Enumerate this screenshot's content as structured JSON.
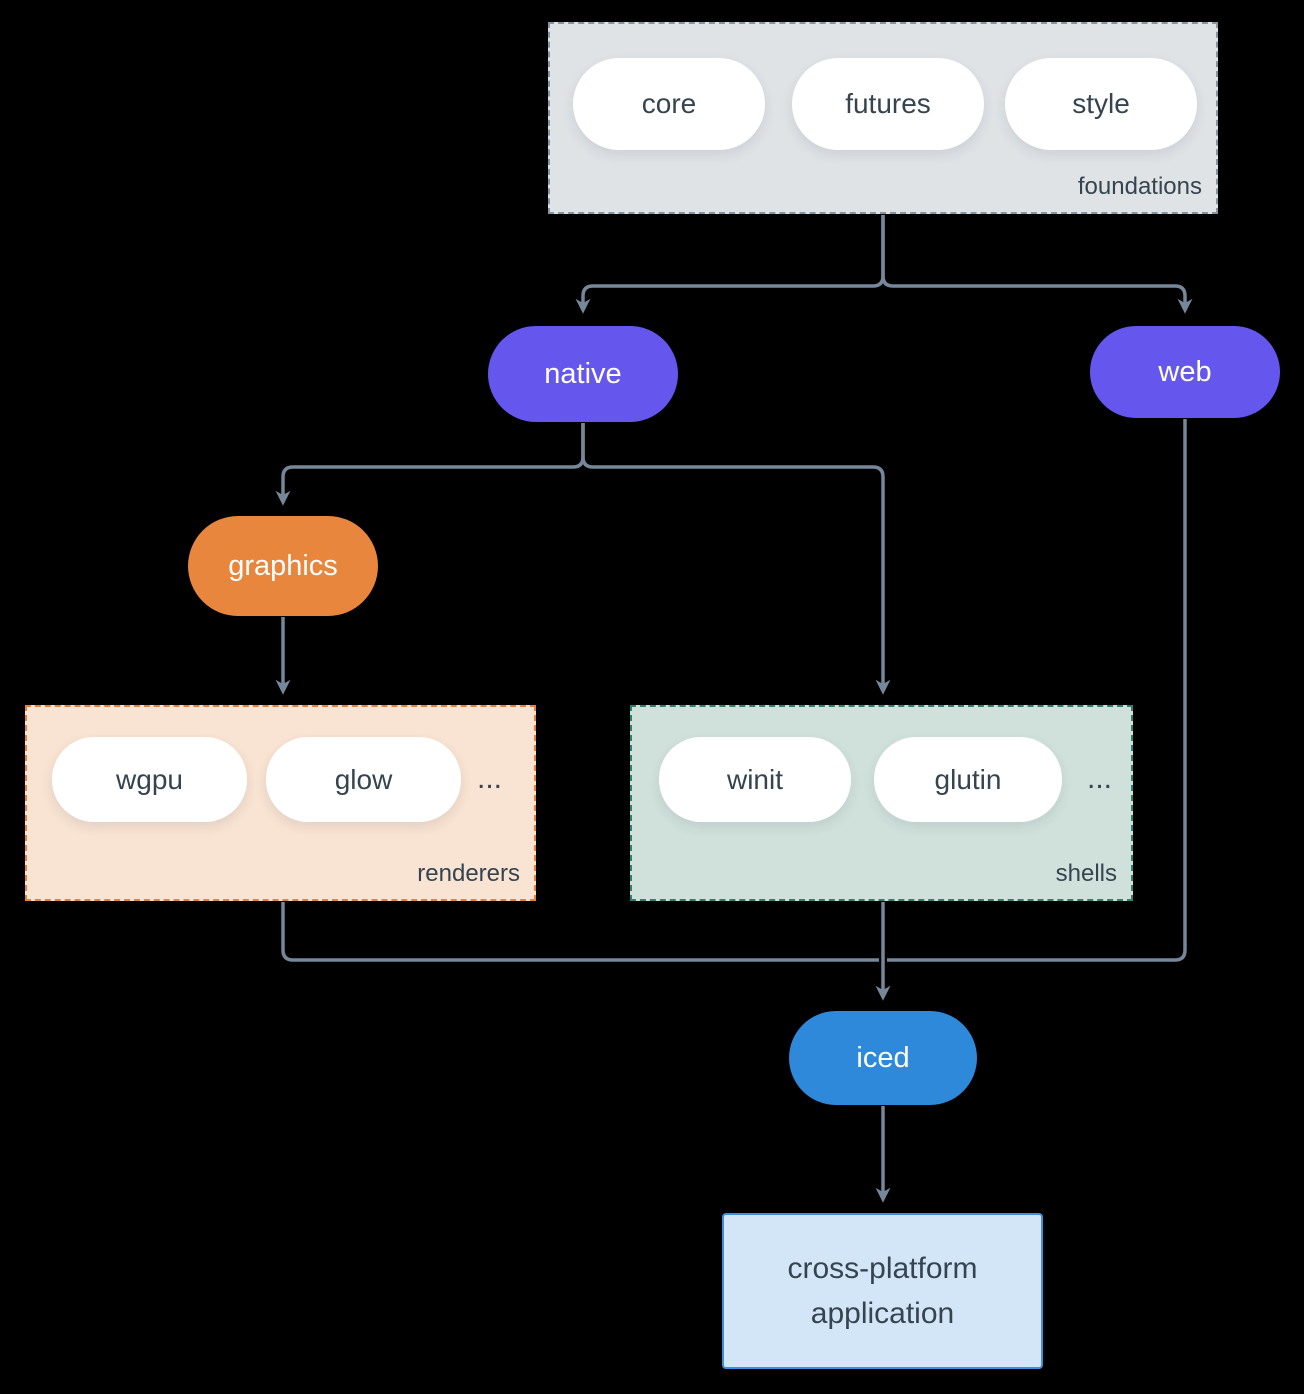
{
  "diagram": {
    "foundations": {
      "label": "foundations",
      "pills": [
        "core",
        "futures",
        "style"
      ]
    },
    "native": {
      "label": "native"
    },
    "web": {
      "label": "web"
    },
    "graphics": {
      "label": "graphics"
    },
    "renderers": {
      "label": "renderers",
      "pills": [
        "wgpu",
        "glow"
      ],
      "ellipsis": "..."
    },
    "shells": {
      "label": "shells",
      "pills": [
        "winit",
        "glutin"
      ],
      "ellipsis": "..."
    },
    "iced": {
      "label": "iced"
    },
    "app": {
      "line1": "cross-platform",
      "line2": "application"
    }
  },
  "colors": {
    "background": "#000000",
    "connector": "#76879a",
    "purple_node": "#6556ee",
    "orange_node": "#e8863d",
    "blue_node": "#2e89da",
    "foundations_fill": "#dfe3e6",
    "foundations_border": "#8495a4",
    "renderers_fill": "#f9e3d2",
    "renderers_border": "#e8823b",
    "shells_fill": "#d0e1db",
    "shells_border": "#2d8170",
    "app_fill": "#d3e6f7",
    "app_border": "#3f8fdd",
    "dark_text": "#35444f"
  }
}
